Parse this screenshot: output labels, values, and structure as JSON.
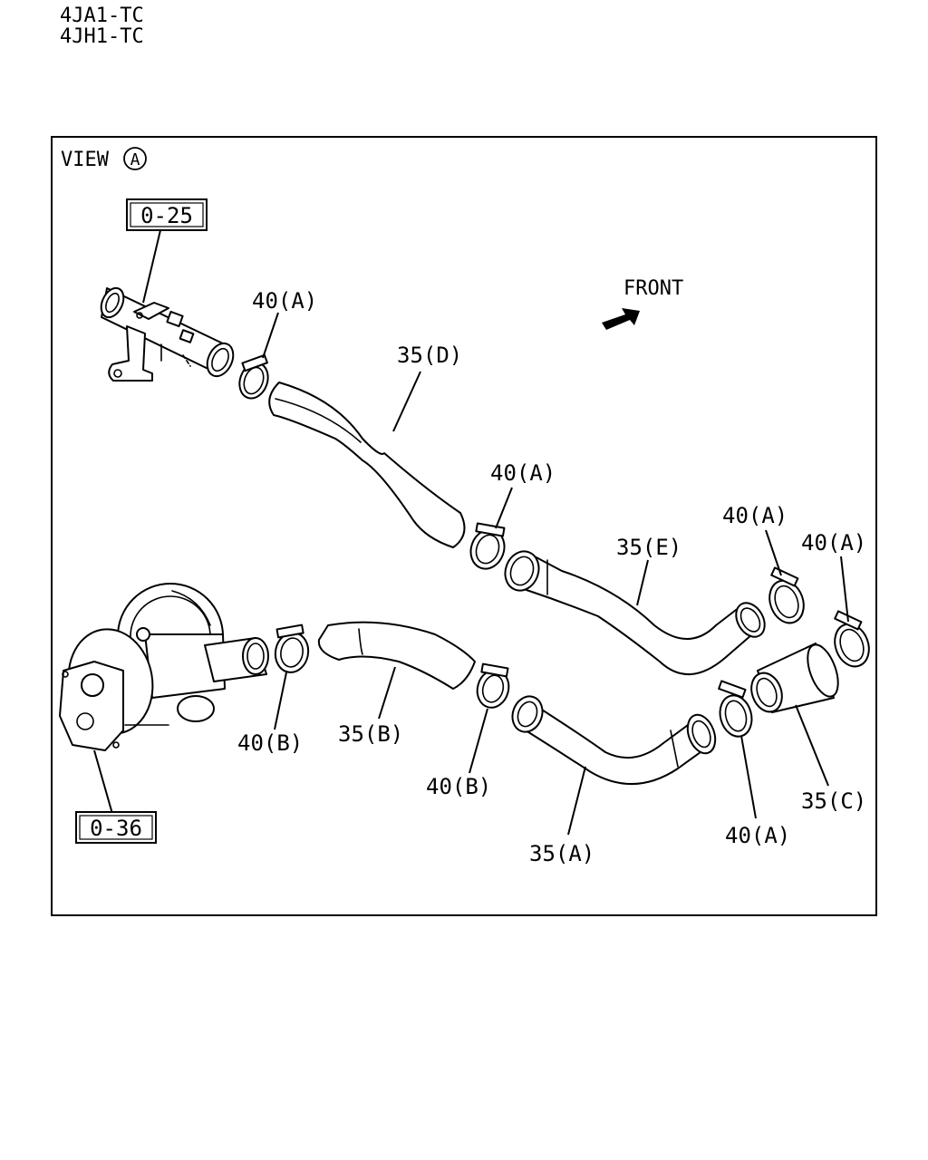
{
  "models": [
    "4JA1-TC",
    "4JH1-TC"
  ],
  "view": {
    "prefix": "VIEW",
    "marker": "A"
  },
  "direction": "FRONT",
  "refs": {
    "oil_cooler": "0-25",
    "turbo": "0-36"
  },
  "callouts": {
    "clamp_a1": "40(A)",
    "hose_d": "35(D)",
    "clamp_a2": "40(A)",
    "hose_e": "35(E)",
    "clamp_a3": "40(A)",
    "clamp_a4": "40(A)",
    "clamp_b1": "40(B)",
    "hose_b": "35(B)",
    "clamp_b2": "40(B)",
    "hose_a": "35(A)",
    "clamp_a5": "40(A)",
    "hose_c": "35(C)"
  }
}
